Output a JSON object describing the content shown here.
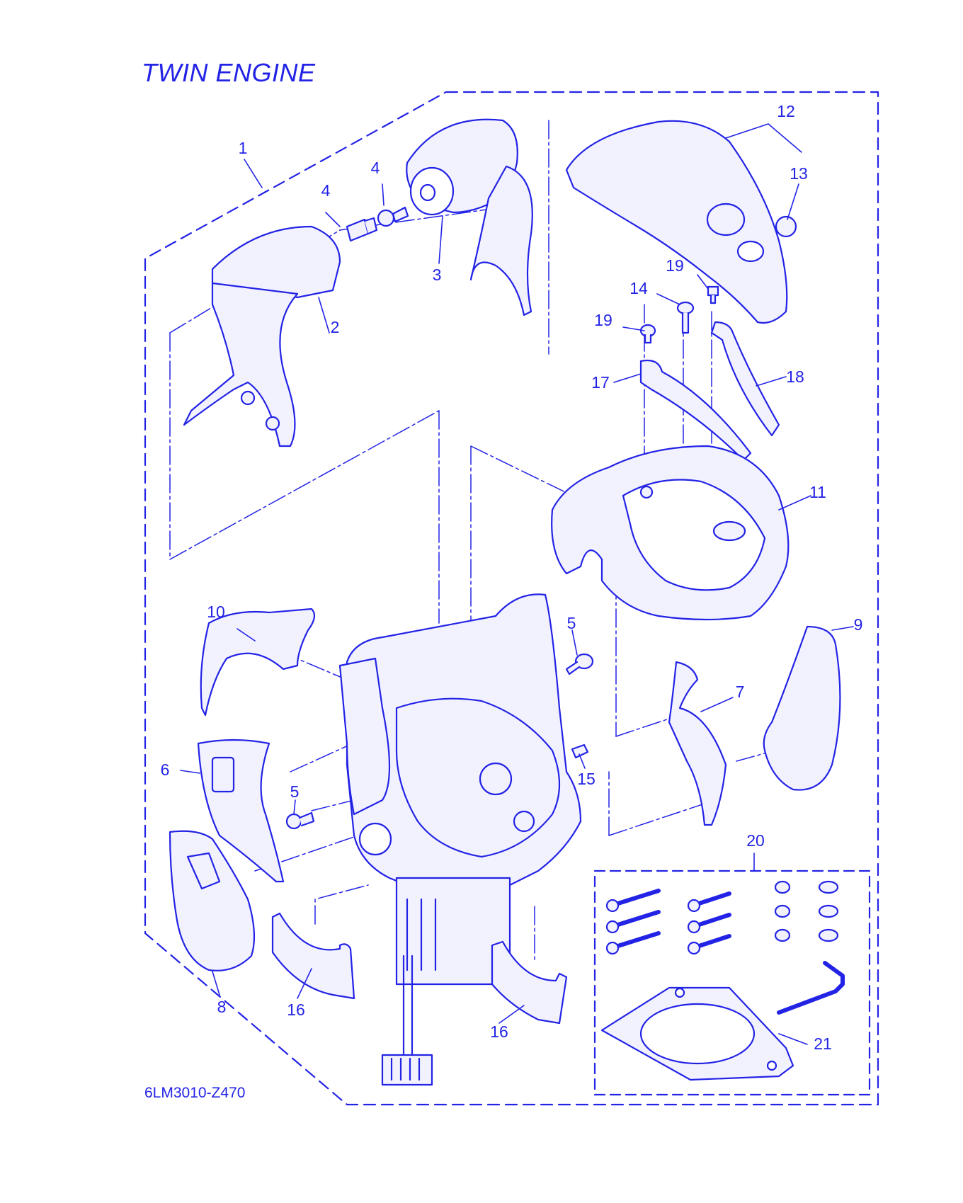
{
  "diagram": {
    "title": "TWIN ENGINE",
    "drawing_code": "6LM3010-Z470",
    "colors": {
      "line": "#2323e6",
      "fill": "#f2f2ff",
      "background": "#ffffff"
    },
    "part_callouts": [
      {
        "id": "c1",
        "label": "1"
      },
      {
        "id": "c2",
        "label": "2"
      },
      {
        "id": "c3",
        "label": "3"
      },
      {
        "id": "c4a",
        "label": "4"
      },
      {
        "id": "c4b",
        "label": "4"
      },
      {
        "id": "c5a",
        "label": "5"
      },
      {
        "id": "c5b",
        "label": "5"
      },
      {
        "id": "c6",
        "label": "6"
      },
      {
        "id": "c7",
        "label": "7"
      },
      {
        "id": "c8",
        "label": "8"
      },
      {
        "id": "c9",
        "label": "9"
      },
      {
        "id": "c10",
        "label": "10"
      },
      {
        "id": "c11",
        "label": "11"
      },
      {
        "id": "c12",
        "label": "12"
      },
      {
        "id": "c13",
        "label": "13"
      },
      {
        "id": "c14",
        "label": "14"
      },
      {
        "id": "c15",
        "label": "15"
      },
      {
        "id": "c16a",
        "label": "16"
      },
      {
        "id": "c16b",
        "label": "16"
      },
      {
        "id": "c17",
        "label": "17"
      },
      {
        "id": "c18",
        "label": "18"
      },
      {
        "id": "c19a",
        "label": "19"
      },
      {
        "id": "c19b",
        "label": "19"
      },
      {
        "id": "c20",
        "label": "20"
      },
      {
        "id": "c21",
        "label": "21"
      }
    ]
  }
}
